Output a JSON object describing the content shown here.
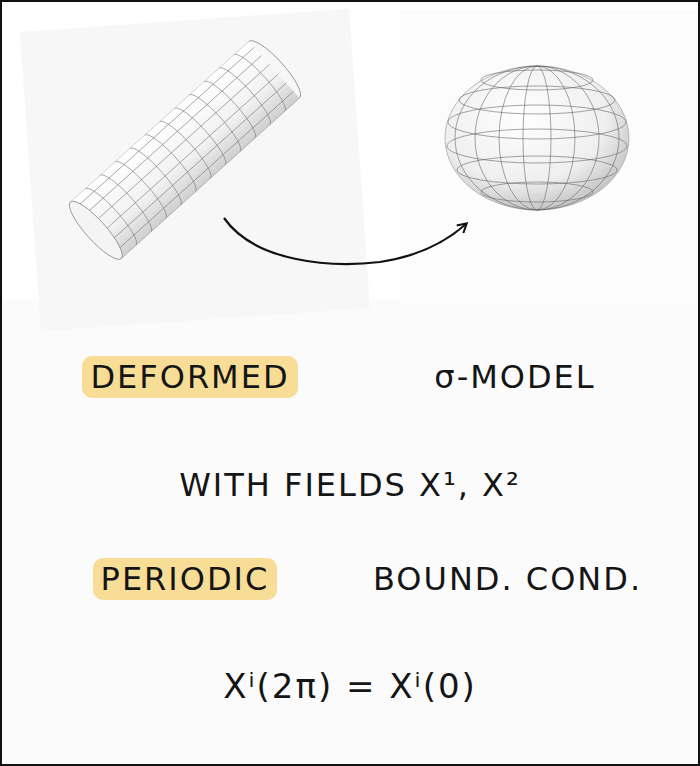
{
  "diagram": {
    "labels": [
      "DEFORMED",
      "σ-MODEL",
      "WITH FIELDS X¹, X²",
      "PERIODIC",
      "BOUND. COND.",
      "Xⁱ(2π) = Xⁱ(0)"
    ]
  }
}
